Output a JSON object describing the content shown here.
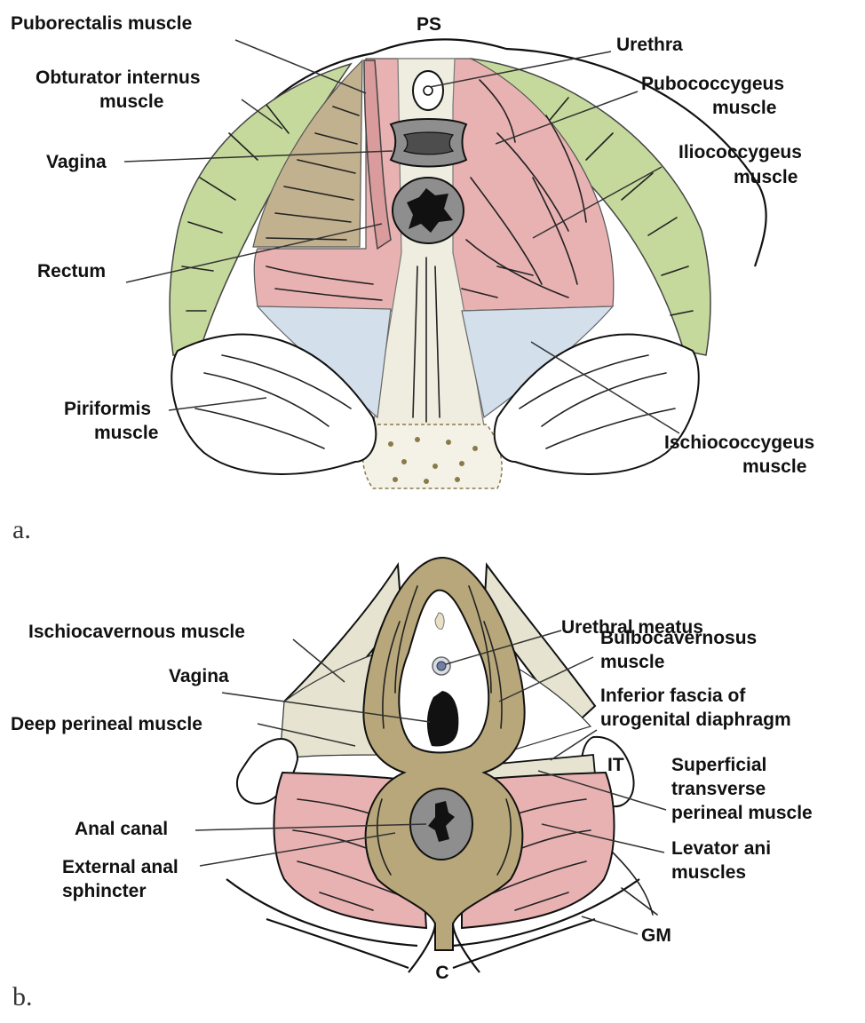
{
  "panel_a": {
    "marker": "a.",
    "labels": {
      "ps": "PS",
      "puborectalis": "Puborectalis muscle",
      "obturator_1": "Obturator internus",
      "obturator_2": "muscle",
      "vagina": "Vagina",
      "rectum": "Rectum",
      "piriformis_1": "Piriformis",
      "piriformis_2": "muscle",
      "urethra": "Urethra",
      "pubococcygeus_1": "Pubococcygeus",
      "pubococcygeus_2": "muscle",
      "iliococcygeus_1": "Iliococcygeus",
      "iliococcygeus_2": "muscle",
      "ischiococcygeus_1": "Ischiococcygeus",
      "ischiococcygeus_2": "muscle"
    }
  },
  "panel_b": {
    "marker": "b.",
    "labels": {
      "ischiocavernous": "Ischiocavernous muscle",
      "vagina": "Vagina",
      "deep_perineal": "Deep perineal muscle",
      "anal_canal": "Anal canal",
      "ext_anal_1": "External anal",
      "ext_anal_2": "sphincter",
      "c": "C",
      "urethral_meatus": "Urethral meatus",
      "bulbocavernosus_1": "Bulbocavernosus",
      "bulbocavernosus_2": "muscle",
      "inferior_fascia_1": "Inferior fascia of",
      "inferior_fascia_2": "urogenital diaphragm",
      "it": "IT",
      "superficial_1": "Superficial",
      "superficial_2": "transverse",
      "superficial_3": "perineal muscle",
      "levator_1": "Levator ani",
      "levator_2": "muscles",
      "gm": "GM"
    }
  },
  "colors": {
    "green": "#c5d99c",
    "pink": "#e9b2b2",
    "tan": "#c2b18f",
    "blue": "#d3dfeb",
    "cream": "#efece0",
    "olive": "#b7a77a",
    "pale": "#e6e4d0",
    "gray": "#8e8e8e",
    "dark": "#4d4d4d"
  }
}
